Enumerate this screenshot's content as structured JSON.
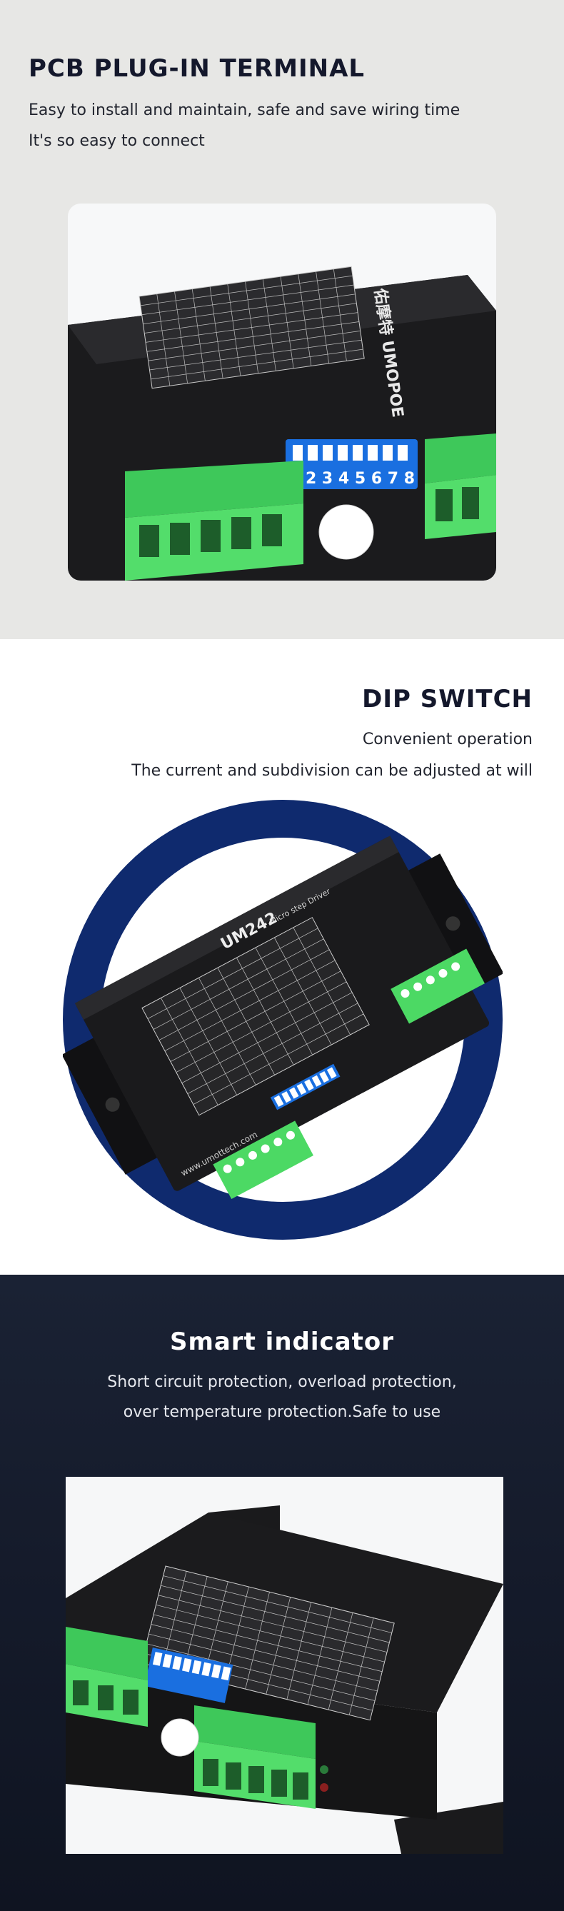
{
  "sections": {
    "terminal": {
      "title": "PCB PLUG-IN TERMINAL",
      "line1": "Easy to install and maintain, safe and save wiring time",
      "line2": "It's so easy to connect"
    },
    "dip": {
      "title": "DIP SWITCH",
      "line1": "Convenient operation",
      "line2": "The current and subdivision can be adjusted at will"
    },
    "indicator": {
      "title": "Smart indicator",
      "line1": "Short circuit protection, overload protection,",
      "line2": "over temperature protection.Safe to use"
    }
  },
  "product": {
    "model": "UM242",
    "brand": "佑摩特 UMOPOE",
    "subtitle": "Micro step Driver",
    "website": "www.umottech.com",
    "dip_numbers": "1 2 3 4 5 6 7 8"
  },
  "colors": {
    "section1_bg": "#e7e7e5",
    "section3_bg": "#151b2b",
    "circle_blue": "#0f2a6e",
    "terminal_green": "#4cd964",
    "driver_black": "#1a1a1c",
    "dip_blue": "#1a6fe0"
  }
}
